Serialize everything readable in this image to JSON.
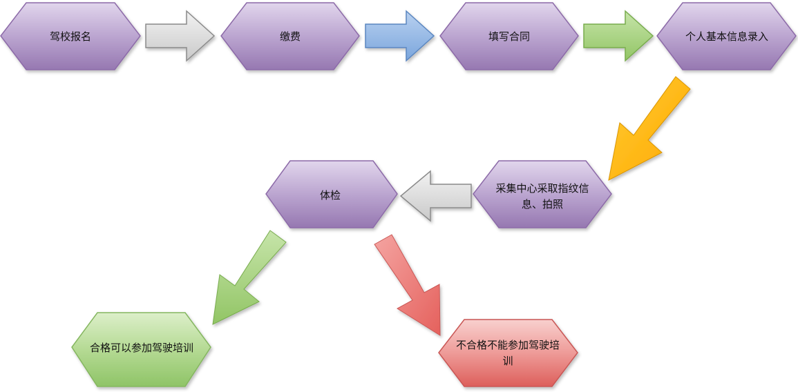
{
  "steps": {
    "registration": "驾校报名",
    "payment": "缴费",
    "contract": "填写合同",
    "personal_info": "个人基本信息录入",
    "biometrics_line1": "采集中心采取指纹信",
    "biometrics_line2": "息、拍照",
    "medical_exam": "体检",
    "pass": "合格可以参加驾驶培训",
    "fail_line1": "不合格不能参加驾驶培",
    "fail_line2": "训"
  },
  "colors": {
    "node_purple_top": "#ddd0ea",
    "node_purple_bottom": "#9a7db4",
    "node_purple_border": "#8c6aa8",
    "node_green_top": "#d8ecc4",
    "node_green_bottom": "#93c86b",
    "node_green_border": "#84b65f",
    "node_red_top": "#f6c8c6",
    "node_red_bottom": "#e06662",
    "node_red_border": "#c95754",
    "arrow_gray": "#d9d9d9",
    "arrow_blue": "#8fb4e3",
    "arrow_green": "#a6d27f",
    "arrow_orange": "#ffb300",
    "arrow_red": "#ea7a77"
  }
}
